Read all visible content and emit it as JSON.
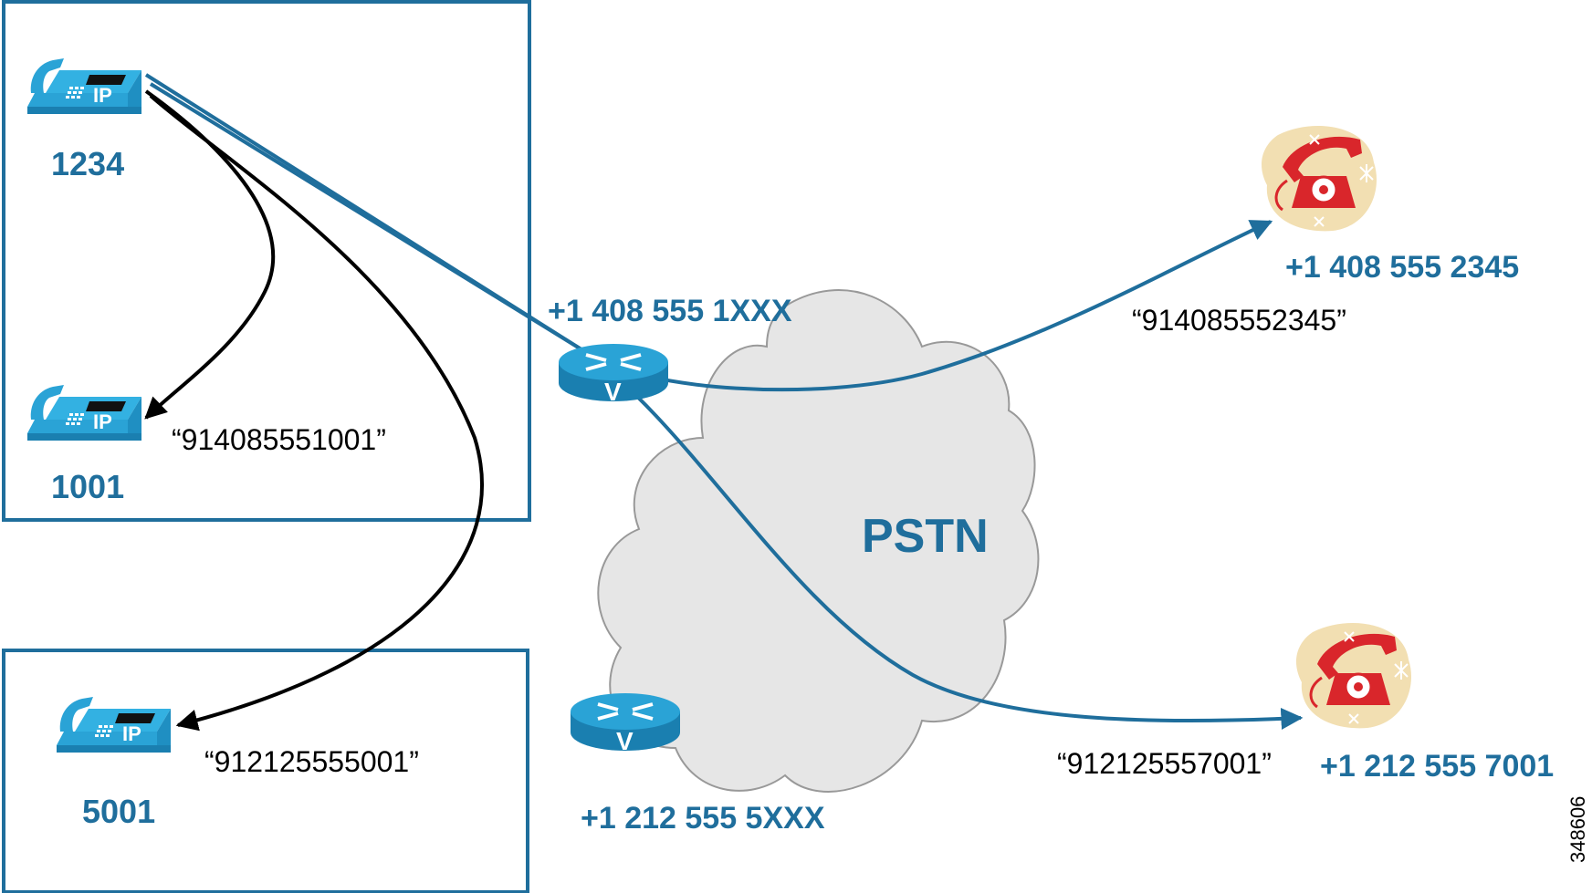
{
  "colors": {
    "accent_blue": "#1f6e9c",
    "phone_blue": "#2aa3d6",
    "call_black": "#000000",
    "cloud_gray": "#e6e6e6",
    "pstn_phone_red": "#d9262b",
    "pstn_phone_bg": "#f2dfb2"
  },
  "sites": {
    "site_a": {
      "phones": [
        {
          "extension": "1234",
          "icon": "ip-phone-icon"
        },
        {
          "extension": "1001",
          "icon": "ip-phone-icon"
        }
      ],
      "router": {
        "did_range": "+1 408 555 1XXX",
        "icon": "voice-router-icon"
      }
    },
    "site_b": {
      "phones": [
        {
          "extension": "5001",
          "icon": "ip-phone-icon"
        }
      ],
      "router": {
        "did_range": "+1 212 555 5XXX",
        "icon": "voice-router-icon"
      }
    }
  },
  "cloud": {
    "label": "PSTN",
    "icon": "cloud-icon"
  },
  "pstn_phones": [
    {
      "number": "+1 408 555 2345",
      "icon": "analog-phone-icon"
    },
    {
      "number": "+1 212 555 7001",
      "icon": "analog-phone-icon"
    }
  ],
  "dialed_strings": {
    "to_1001": "“914085551001”",
    "to_5001": "“912125555001”",
    "to_408_2345": "“914085552345”",
    "to_212_7001": "“912125557001”"
  },
  "figure_id": "348606"
}
